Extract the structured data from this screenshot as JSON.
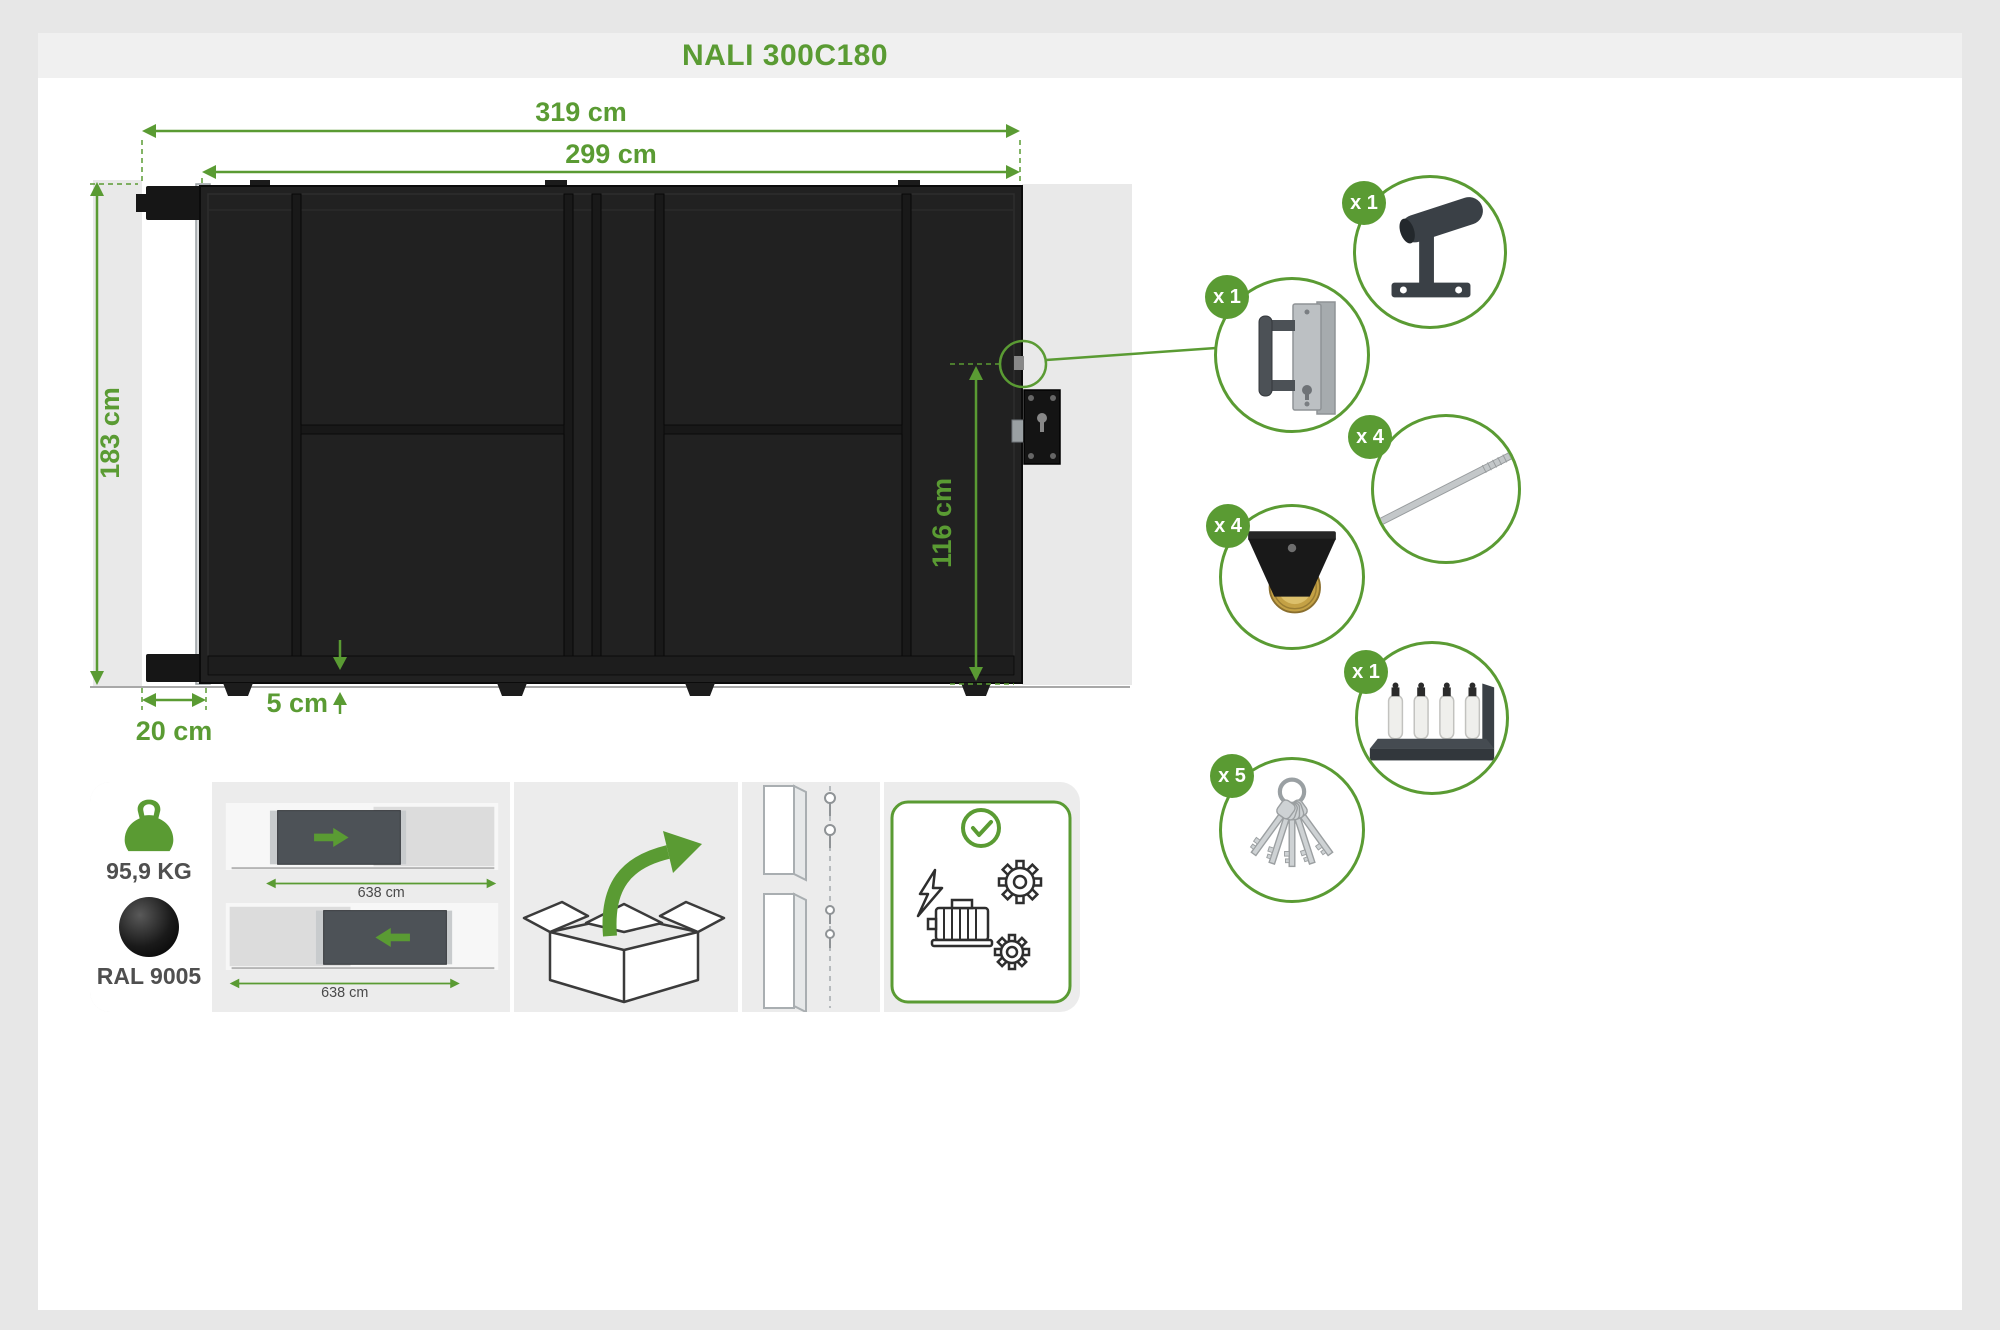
{
  "colors": {
    "accent_green": "#5a9b33",
    "gate_black": "#1d1d1b",
    "panel_gray": "#ececec",
    "background_gray": "#e7e7e7",
    "ral_9005_swatch": "#0a0a0a"
  },
  "header": {
    "title": "NALI 300C180"
  },
  "dimensions": {
    "total_width": "319 cm",
    "gate_width": "299 cm",
    "height": "183 cm",
    "latch_height": "116 cm",
    "ground_clearance": "5 cm",
    "post_offset": "20 cm"
  },
  "accessories": [
    {
      "icon": "gate-catcher-icon",
      "qty": "x 1"
    },
    {
      "icon": "handle-lock-icon",
      "qty": "x 1"
    },
    {
      "icon": "threaded-rod-icon",
      "qty": "x 4"
    },
    {
      "icon": "roller-wheel-icon",
      "qty": "x 4"
    },
    {
      "icon": "guide-roller-bracket-icon",
      "qty": "x 1"
    },
    {
      "icon": "keys-icon",
      "qty": "x 5"
    }
  ],
  "specs": {
    "weight": "95,9 KG",
    "color_code": "RAL 9005",
    "transport_length_1": "638 cm",
    "transport_length_2": "638 cm"
  }
}
